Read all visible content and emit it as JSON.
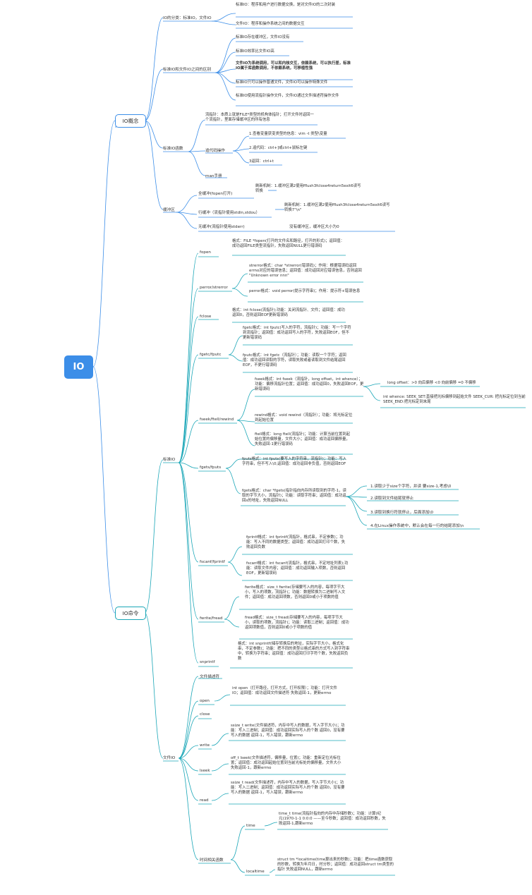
{
  "colors": {
    "accent": "#3c8ee8",
    "teal": "#1aa6b7",
    "root_fill": "#3c8ee8"
  },
  "root": "IO",
  "io_concept": {
    "title": "IO概念",
    "classification": "IO的分类：标准IO，文件IO",
    "std_io_desc": "标准IO：程序和用户进行数据交换，是对文件IO的二次封装",
    "file_io_desc": "文件IO：程序和操作系统之间的数据交互",
    "diff_title": "标准IO和文件IO之间的区别",
    "diff_1": "标准IO存在缓冲区，文件IO没有",
    "diff_2": "标准IO效率比文件IO高",
    "diff_3": "文件IO为系统调用，可以和内核交互，依赖系统，可以执行差，标准IO属于库函数调用，不依赖系统，可移植性强",
    "diff_4": "标准IO只可以操作普通文件，文件IO可以操作特殊文件",
    "diff_5": "标准IO使用流指针操作文件，文件IO通过文件描述符操作文件",
    "func_title": "标准IO函数",
    "stream_ptr": "流指针：本质上就是FILE*类型的机构体指针；打开文件时返回一个流指针，里面存储缓冲区的所有信息",
    "trace_title": "追代码操作",
    "trace_1": "1.查看变量获变类型的信息：vim -t 类型\\变量",
    "trace_2": "2.追代码：ctrl+]或ctrl+鼠标左键",
    "trace_3": "3返回：ctrl+t",
    "man": "man手册",
    "buffer_title": "缓冲区",
    "full_buf": "全缓冲(fopen打开)",
    "full_buf_desc": "刷新机制：1.缓冲区满2使用fflush3fclose4return5exit6读写转换",
    "line_buf": "行缓冲（流指针使用stdin,stdou）",
    "line_buf_desc": "刷新机制：1.缓冲区满2使用fflush3fclose4return5exit6读写转换7\"\\n\"",
    "no_buf": "无缓冲(流指针使用stderr)",
    "no_buf_desc": "没有缓冲区，缓冲区大小为0"
  },
  "io_cmd": {
    "title": "IO命令",
    "std_io": "标准IO",
    "fopen": "fopen",
    "fopen_desc": "格式：FILE *fopen(打开的文件名和路径，打开的形式)；返回值：成功返回FILE类型流指针，失败返回NULL更行错误码",
    "perror": "perror/strerror",
    "strerror_desc": "strerror格式：char *strerror(错误码)；作用：根据错误码返回errno对应的错误信息；返回值：成功返回对应错误信息，否则返回 \"Unknown error nnn\"",
    "perror_desc": "perror格式：void perror(提示字符串)；作用：提示符+错误信息",
    "fclose": "fclose",
    "fclose_desc": "格式：int fclose(流指针);功能：关闭流指针、文件；返回值：成功返回0，否则返回EOF更新错误码",
    "fgetc": "fgetc/fputc",
    "fgetc_desc": "fgetc格式：int fputc(写入的字符，流指针)；功能：写一个字符到流指针；返回值：成功返回写入的字符，失败返回EOF，但不更新错误码",
    "fputc_desc": "fputc格式：int fgetc（流指针）；功能：读取一个字符；返回值：成功返回读取的字符，读取失败或者读取到文件结尾返回EOF，不更行错误码",
    "fseek": "fseek/ftell/rewind",
    "fseek_desc": "fseek格式：int fseek（流指针，long offset，int whence）；功能：偏移流指针位置；返回值：成功返回0，失败返回EOF，更新错误码",
    "offset_desc": "long offset：>0 向后偏移 <0 向前偏移 =0 不偏移",
    "whence_desc": "int whence: SEEK_SET:直接把光标偏移到起始文件 SEEK_CUR: 把光标定位到当前 SEEK_END:把光标定到末尾",
    "rewind_desc": "rewind格式：void rewind（流指针）；功能：将光标定位到起始位置",
    "ftell_desc": "ftell格式：long ftell(流指针)；功能：计算当前位置到起始位置的偏移量，文件大小；返回值：成功返回偏移量，失败返回-1更行错误码",
    "fgets": "fgets/fputs",
    "fputs_desc": "fputs格式：int fputs(要写入的字符串，流指针)；功能：写入字符串，但不写入\\0;返回值：成功返回非负值，否则返回EOF",
    "fgets_desc": "fgets格式：char *fgets(指针指向内存所读取到的字符-1，读取的字节大小，流指针)；功能：读取字符串；返回值：成功返回s的地址，失败返回NULL",
    "fgets_n1": "1.读取少于size个字符，并读 要size-1,考虑\\0",
    "fgets_n2": "2.读取到文件结尾就停止",
    "fgets_n3": "3.读取到换行符就停止，后面添加\\0",
    "fgets_n4": "4.在Linux操作系统中，默认会在每一行的结尾添加\\n",
    "fscanf": "fscanf/fprintf",
    "fprintf_desc": "fprintf格式：int fprintf(流指针，格式串，不定参数)；功能：写入不同的数据类型；返回值：成功返回打印个数，失败返回负数",
    "fscanf_desc": "fscanf格式：int fscanf(流指针，格式串，不定地址列表);功能：读取文件内容；返回值：成功返回输入项数，否则返回EOF，更新错误码",
    "fwrite": "fwrite/fread",
    "fwrite_desc": "fwrite格式：size_t fwrite(存储要写入的内容，每项字节大小，写入的项数，流指针)；功能：数据转换为二进制写入文件；返回值：成功返回项数，否则返回0或小于项数的值",
    "fread_desc": "fread格式：size_t fread(存储要写入的内容，每项字节大小，读取的项数，流指针)；功能：读取二进制；返回值：成功返回项数值，否则返回0或小于项数的值",
    "snprintf": "snprintf",
    "snprintf_desc": "格式：int snprintf(储存转换后的地址，实际字节大小，格式化串，不定参数)；功能：把不同的类型以格式串的方式写入到字符串中，转换为字符串；返回值：成功返回打印字符个数，失败返回负数",
    "file_io": "文件IO",
    "fd": "文件描述符",
    "open": "open",
    "open_desc": "int open（打开路径，打开方式，打开权限）；功能：打开文件IO；返回值：成功返回文件描述符 失败返回-1，更新errno",
    "close": "close",
    "write": "write",
    "write_desc": "ssize_t write(文件描述符，内存中写入的数据，写入字节大小)；功能：写入二进制；返回值：成功返回实际写入的个数 返回0，没有要写入的数据 返回-1，写入错误，跟新errno",
    "lseek": "lseek",
    "lseek_desc": "off_t lseek(文件描述符，偏移量，位置)；功能：重新定位光标位置；返回值：成功返回起始位置到当前光标处的偏移量，文件大小 失败返回-1，跟新errno",
    "read": "read",
    "read_desc": "ssize_t read(文件描述符，内存中写入的数据，写入字节大小)；功能：写入二进制；返回值：成功返回实际写入的个数 返回0，没有要写入的数据 返回-1，写入错误，跟新errno",
    "time_funcs": "时间相关函数",
    "time": "time",
    "time_desc": "time_t time(流指针指向的内存中存储秒数)；功能：计算(纪元)1970-1-1 0:0:0 ——至今秒数；返回值：成功返回秒数，失败返回-1,跟新errno",
    "localtime": "localtime",
    "localtime_desc": "struct tm *localtime(time算出来的秒数)；功能：把time函数获取的秒数，转换为年月日，时分秒；返回值：成功返回struct tm类型的指针 失败返回NULL，跟新errno"
  }
}
